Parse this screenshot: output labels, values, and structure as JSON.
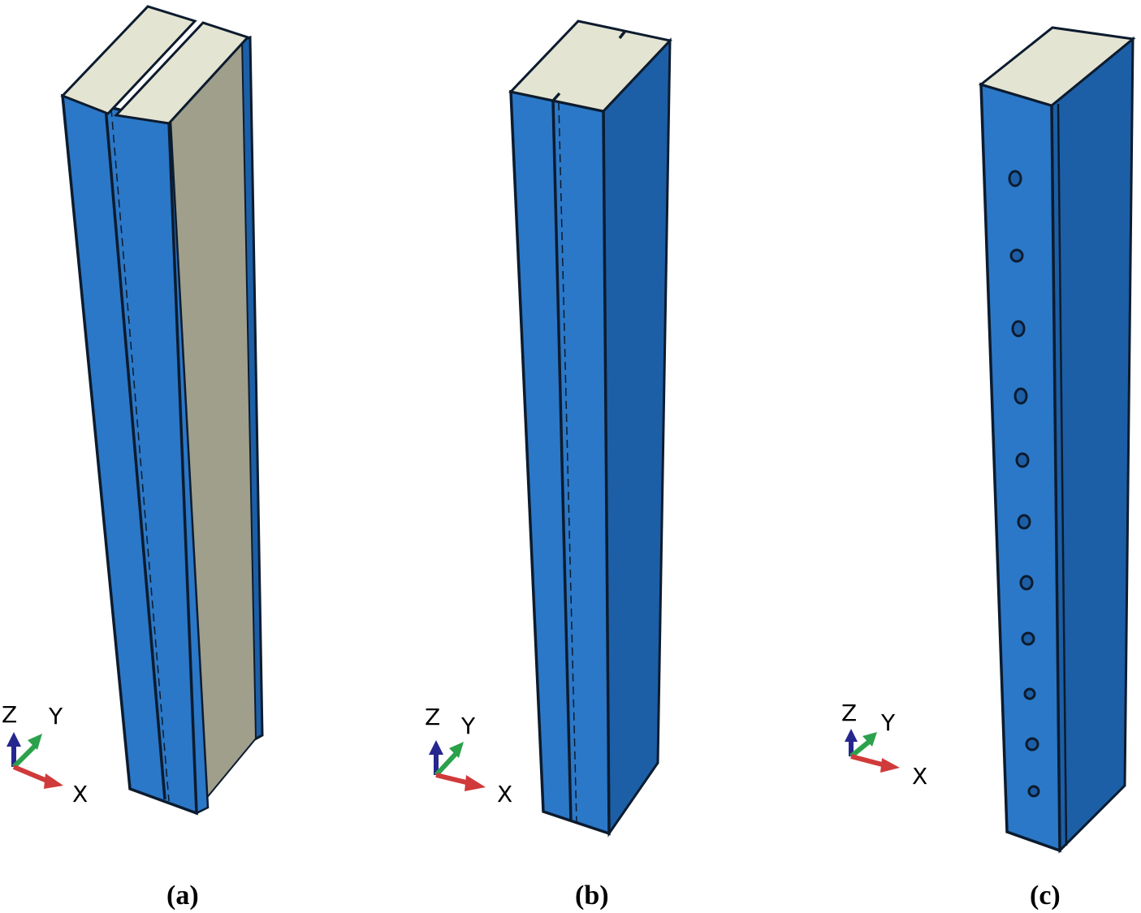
{
  "panels": [
    {
      "id": "a",
      "label": "(a)"
    },
    {
      "id": "b",
      "label": "(b)"
    },
    {
      "id": "c",
      "label": "(c)"
    }
  ],
  "axes": {
    "z": "Z",
    "y": "Y",
    "x": "X"
  },
  "colors": {
    "steel_front": "#2b78c8",
    "steel_side": "#1c5fa6",
    "outline": "#0c1b2e",
    "core_top": "#e4e4d2",
    "core_side": "#9f9f8c",
    "axis_z": "#26268f",
    "axis_y": "#2ca14b",
    "axis_x": "#d03a3a"
  }
}
